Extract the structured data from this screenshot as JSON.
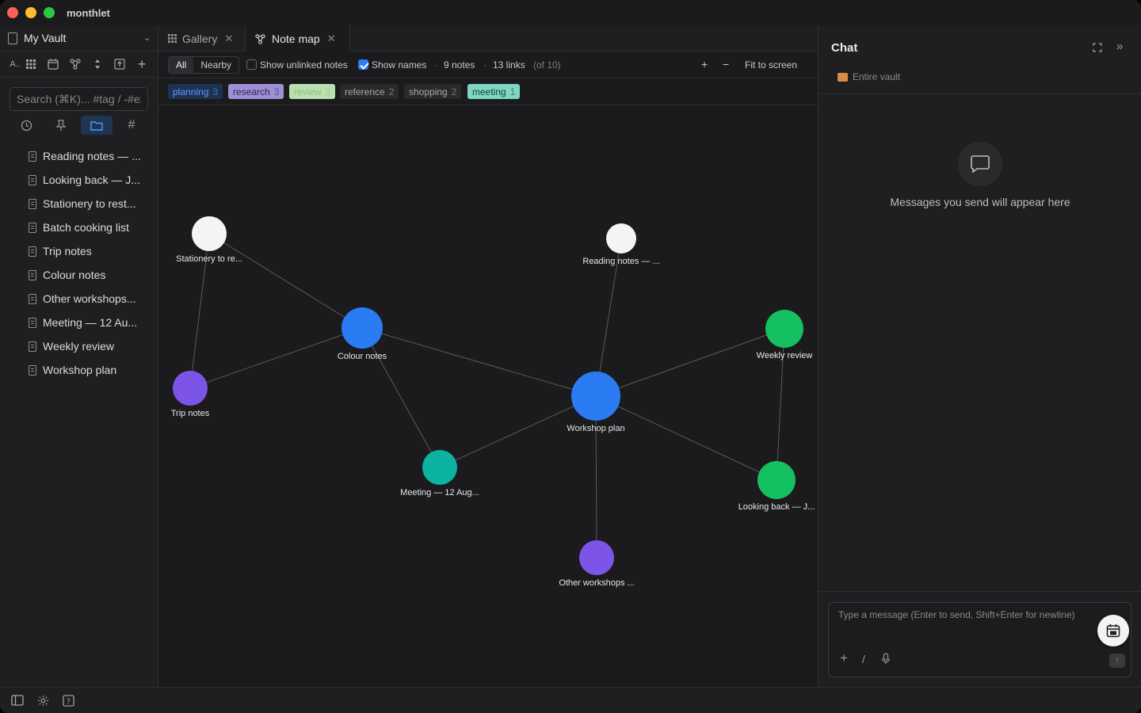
{
  "app": {
    "title": "monthlet"
  },
  "sidebar": {
    "vault_name": "My Vault",
    "tools": [
      {
        "name": "a-plus-icon",
        "glyph": "A.."
      },
      {
        "name": "grid-icon",
        "glyph": "▦"
      },
      {
        "name": "calendar-icon",
        "glyph": "📅"
      },
      {
        "name": "graph-icon",
        "glyph": "⛬"
      },
      {
        "name": "sort-icon",
        "glyph": "⇅"
      },
      {
        "name": "import-icon",
        "glyph": "⊡"
      },
      {
        "name": "add-icon",
        "glyph": "+"
      }
    ],
    "search_placeholder": "Search (⌘K)... #tag / -#exclude",
    "notes": [
      "Reading notes — ...",
      "Looking back — J...",
      "Stationery to rest...",
      "Batch cooking list",
      "Trip notes",
      "Colour notes",
      "Other workshops...",
      "Meeting — 12 Au...",
      "Weekly review",
      "Workshop plan"
    ]
  },
  "tabs": {
    "gallery": "Gallery",
    "note_map": "Note map"
  },
  "filter": {
    "all": "All",
    "nearby": "Nearby",
    "show_unlinked": "Show unlinked notes",
    "show_unlinked_checked": false,
    "show_names": "Show names",
    "show_names_checked": true,
    "sep": "·",
    "notes_count": "9 notes",
    "links_count": "13 links",
    "links_of": "(of 10)",
    "zoom_in": "+",
    "zoom_out": "−",
    "fit": "Fit to screen"
  },
  "tags": [
    {
      "label": "planning",
      "count": "3",
      "bg": "#1d3253",
      "fg": "#5d9bff"
    },
    {
      "label": "research",
      "count": "3",
      "bg": "#9e8fd6",
      "fg": "#2c2650"
    },
    {
      "label": "review",
      "count": "3",
      "bg": "#b9e0b0",
      "fg": "#8fc083"
    },
    {
      "label": "reference",
      "count": "2",
      "bg": "#2a2a2d",
      "fg": "#a8a8a8"
    },
    {
      "label": "shopping",
      "count": "2",
      "bg": "#2a2a2d",
      "fg": "#a8a8a8"
    },
    {
      "label": "meeting",
      "count": "1",
      "bg": "#7fd6c2",
      "fg": "#10463a"
    }
  ],
  "graph": {
    "colors": {
      "planning": "#2b7cf3",
      "research": "#7c55e8",
      "review": "#15c060",
      "meeting": "#0bb3a0",
      "none": "#f4f4f4"
    },
    "nodes": [
      {
        "id": "stationery",
        "label": "Stationery to re...",
        "group": "none",
        "r": 22
      },
      {
        "id": "reading",
        "label": "Reading notes — ...",
        "group": "none",
        "r": 19
      },
      {
        "id": "colour",
        "label": "Colour notes",
        "group": "planning",
        "r": 26
      },
      {
        "id": "weekly",
        "label": "Weekly review",
        "group": "review",
        "r": 24
      },
      {
        "id": "trip",
        "label": "Trip notes",
        "group": "research",
        "r": 22
      },
      {
        "id": "workshop",
        "label": "Workshop plan",
        "group": "planning",
        "r": 31
      },
      {
        "id": "meeting",
        "label": "Meeting — 12 Aug...",
        "group": "meeting",
        "r": 22
      },
      {
        "id": "looking",
        "label": "Looking back — J...",
        "group": "review",
        "r": 24
      },
      {
        "id": "other",
        "label": "Other workshops ...",
        "group": "research",
        "r": 22
      }
    ],
    "edges": [
      [
        "stationery",
        "colour"
      ],
      [
        "stationery",
        "trip"
      ],
      [
        "trip",
        "colour"
      ],
      [
        "colour",
        "workshop"
      ],
      [
        "colour",
        "meeting"
      ],
      [
        "meeting",
        "workshop"
      ],
      [
        "reading",
        "workshop"
      ],
      [
        "workshop",
        "weekly"
      ],
      [
        "weekly",
        "looking"
      ],
      [
        "workshop",
        "looking"
      ],
      [
        "workshop",
        "other"
      ]
    ]
  },
  "chat": {
    "title": "Chat",
    "scope": "Entire vault",
    "empty": "Messages you send will appear here",
    "placeholder": "Type a message (Enter to send, Shift+Enter for newline)",
    "send": "↑"
  }
}
